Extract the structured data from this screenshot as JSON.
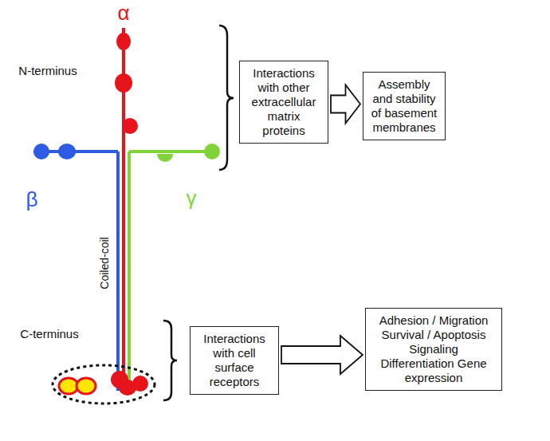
{
  "diagram": {
    "nodes": [
      {
        "text": [
          "Interactions with other extracellular matrix proteins"
        ]
      },
      {
        "text": [
          "Assembly and stability of basement membranes"
        ]
      },
      {
        "text": [
          "Interactions with cell surface receptors"
        ]
      },
      {
        "text": [
          "Adhesion / Migration Survival / Apoptosis Signaling Differentiation Gene expression"
        ]
      }
    ],
    "edges": [
      {
        "from": 0,
        "to": 1,
        "arrow": "to"
      },
      {
        "from": 2,
        "to": 3,
        "arrow": "to"
      }
    ],
    "labels": [
      "α",
      "N-terminus",
      "β",
      "Coiled-coil",
      "γ",
      "C-terminus"
    ]
  }
}
